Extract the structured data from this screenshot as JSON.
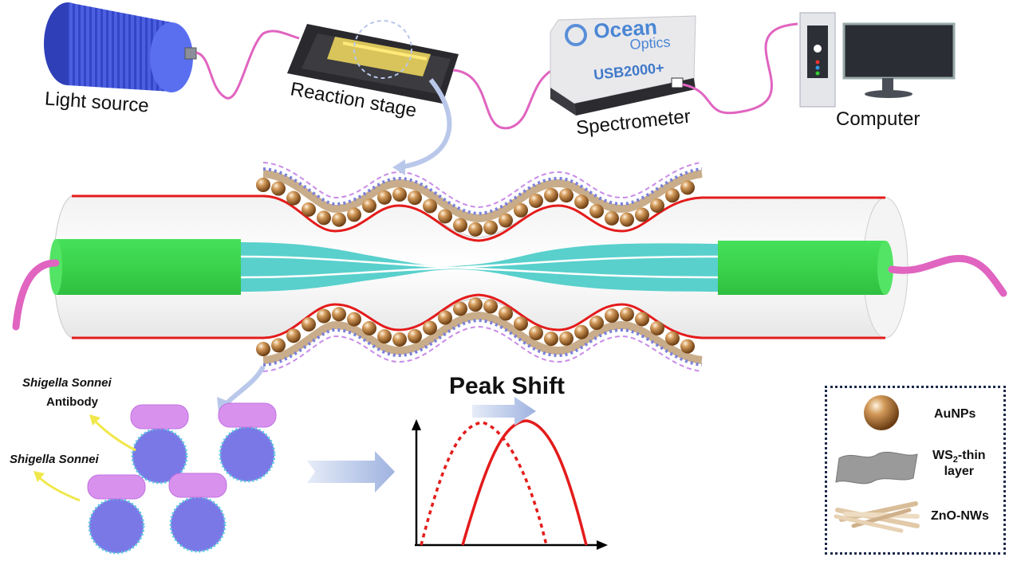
{
  "setup": {
    "light_source": "Light source",
    "reaction_stage": "Reaction stage",
    "spectrometer": "Spectrometer",
    "computer": "Computer",
    "brand_line1": "Ocean",
    "brand_line2": "Optics",
    "model": "USB2000+"
  },
  "bacteria": {
    "antibody_name": "Shigella Sonnei",
    "antibody_word": "Antibody",
    "bacteria_name": "Shigella Sonnei"
  },
  "shift": {
    "title": "Peak Shift"
  },
  "legend": {
    "aunps": "AuNPs",
    "ws2_main": "WS",
    "ws2_sub": "2",
    "ws2_rest": "-thin",
    "ws2_line2": "layer",
    "zno": "ZnO-NWs"
  },
  "colors": {
    "fiber_red": "#e41b1b",
    "core_green": "#3fdc4e",
    "fiber_pink": "#e064c0",
    "light_blue": "#3f55d6",
    "cyan_core": "#4fcfcf",
    "arrow_blue": "#a8b9e0"
  }
}
